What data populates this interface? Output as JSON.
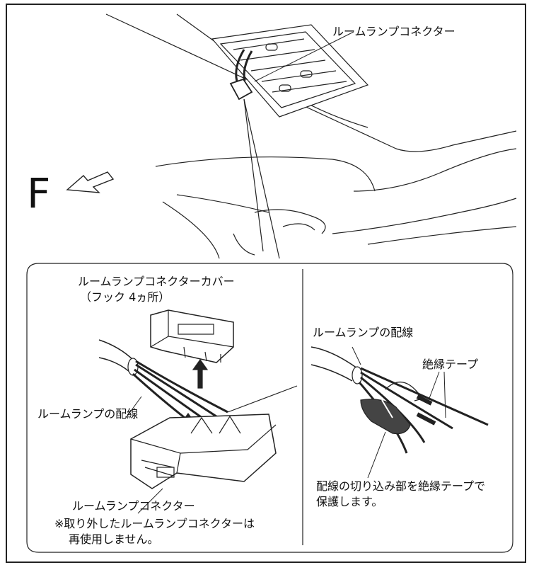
{
  "labels": {
    "top_connector": "ルームランプコネクター",
    "direction": "F",
    "cover_line1": "ルームランプコネクターカバー",
    "cover_line2": "（フック 4ヵ所）",
    "left_wiring": "ルームランプの配線",
    "left_connector": "ルームランプコネクター",
    "note_line1": "※取り外したルームランプコネクターは",
    "note_line2": "再使用しません。",
    "right_wiring": "ルームランプの配線",
    "tape": "絶縁テープ",
    "protect_line1": "配線の切り込み部を絶縁テープで",
    "protect_line2": "保護します。"
  }
}
